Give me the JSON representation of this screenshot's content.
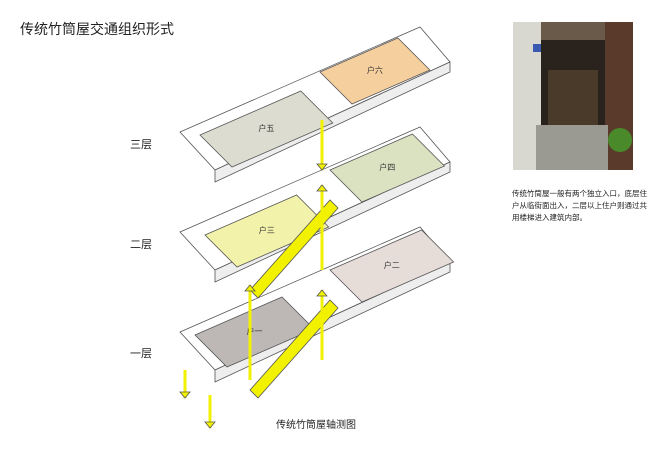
{
  "title": "传统竹筒屋交通组织形式",
  "floors": {
    "third": "三层",
    "second": "二层",
    "first": "一层"
  },
  "units": [
    "户一",
    "户二",
    "户三",
    "户四",
    "户五",
    "户六"
  ],
  "description": "传统竹筒屋一般有两个独立入口，底层住户从临街面出入，二层以上住户则通过共用楼梯进入建筑内部。",
  "caption": "传统竹筒屋轴测图",
  "colors": {
    "unit1": "#bdb8b6",
    "unit2": "#e6dcd8",
    "unit3": "#f3f2aa",
    "unit4": "#dbe2c2",
    "unit5": "#dcdcd0",
    "unit6": "#f6cf9e",
    "circulation": "#f2f200"
  }
}
